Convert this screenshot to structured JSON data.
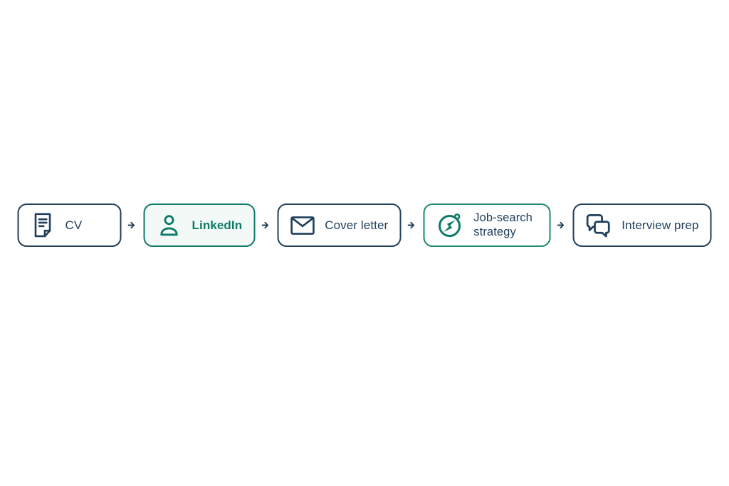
{
  "page": {
    "background_color": "#ffffff",
    "description": "Job application journey flow diagram"
  },
  "colors": {
    "navy": "#20405c",
    "teal": "#0f7b68",
    "teal_border": "#1d8a70",
    "active_step_background": "#f2f9f6",
    "step_background": "#ffffff"
  },
  "flow": {
    "connector_icon": "arrow-right-icon",
    "steps": [
      {
        "id": "cv",
        "label": "CV",
        "icon": "document-icon",
        "style": "navy"
      },
      {
        "id": "linkedin",
        "label": "LinkedIn",
        "icon": "person-icon",
        "style": "teal-active"
      },
      {
        "id": "cover-letter",
        "label": "Cover letter",
        "icon": "envelope-icon",
        "style": "navy"
      },
      {
        "id": "job-search-strategy",
        "label": "Job-search strategy",
        "icon": "compass-icon",
        "style": "teal-outline"
      },
      {
        "id": "interview-prep",
        "label": "Interview prep",
        "icon": "chat-bubbles-icon",
        "style": "navy"
      }
    ]
  }
}
